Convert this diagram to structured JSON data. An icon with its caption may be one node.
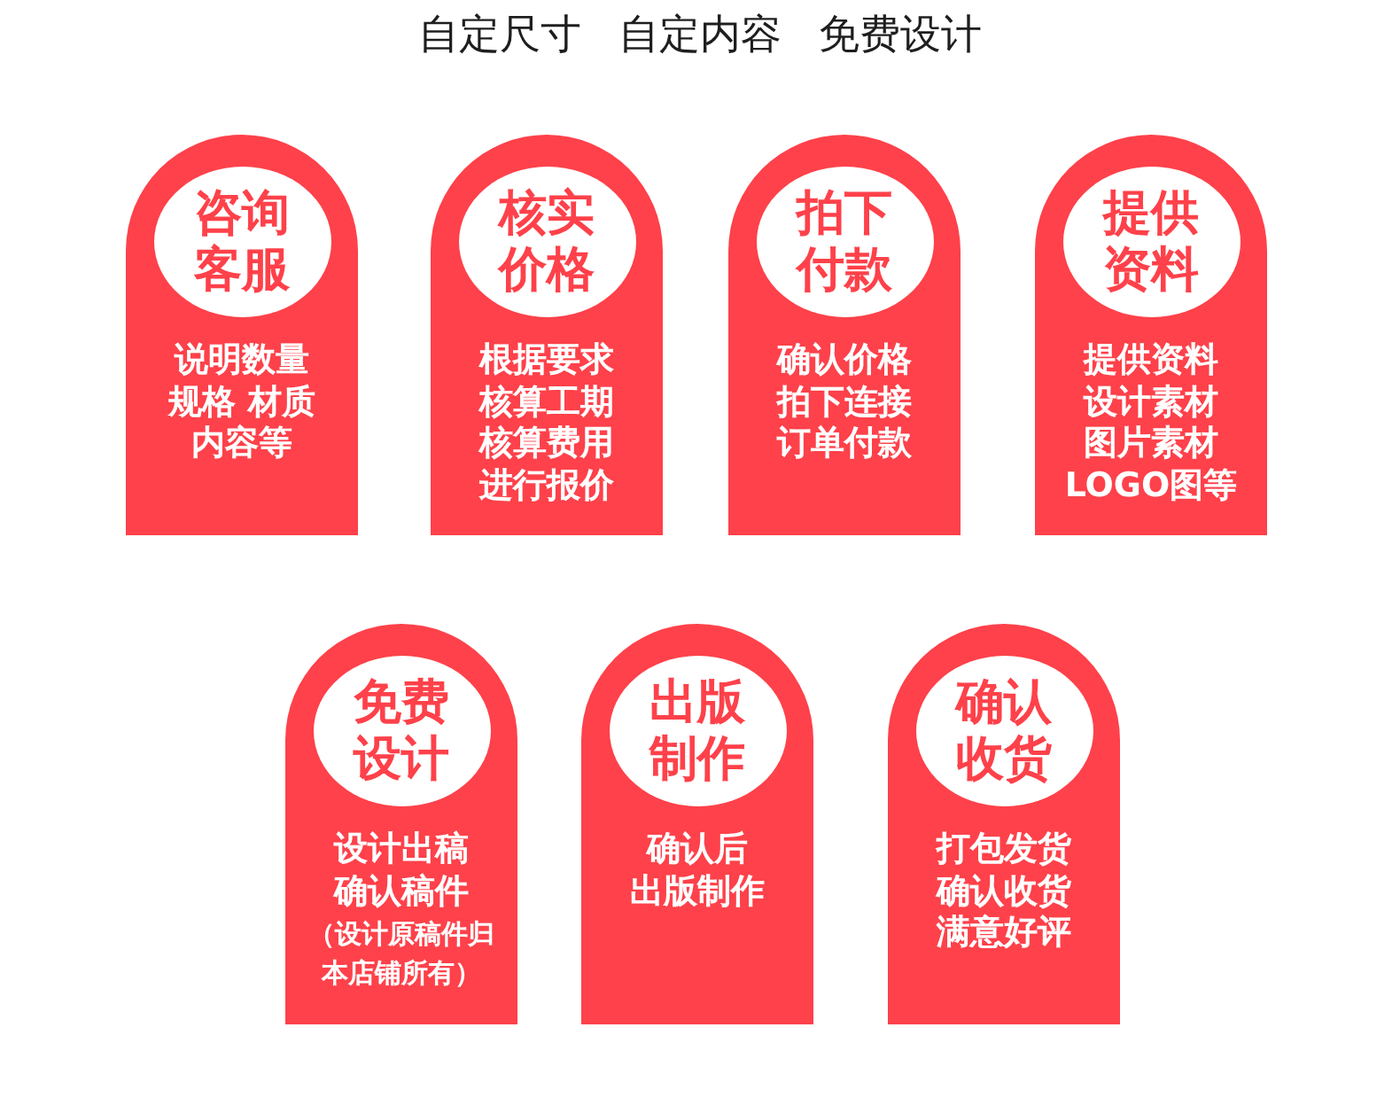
{
  "diagram": {
    "title": "自定尺寸 自定内容 免费设计",
    "nodes": [
      {
        "text": [
          "说明数量",
          "规格 材质",
          "内容等"
        ]
      },
      {
        "text": [
          "咨询客服"
        ],
        "in": 0
      },
      {
        "text": [
          "根据要求",
          "核算工期",
          "核算费用",
          "进行报价"
        ]
      },
      {
        "text": [
          "核实价格"
        ],
        "in": 2
      },
      {
        "text": [
          "确认价格",
          "拍下连接",
          "订单付款"
        ]
      },
      {
        "text": [
          "拍下付款"
        ],
        "in": 4
      },
      {
        "text": [
          "提供资料",
          "设计素材",
          "图片素材",
          "LOGO图等"
        ]
      },
      {
        "text": [
          "提供资料"
        ],
        "in": 6
      },
      {
        "text": [
          "设计出稿",
          "确认稿件",
          "（设计原稿件归本店铺所有）"
        ]
      },
      {
        "text": [
          "免费设计"
        ],
        "in": 8
      },
      {
        "text": [
          "确认后",
          "出版制作"
        ]
      },
      {
        "text": [
          "出版制作"
        ],
        "in": 10
      },
      {
        "text": [
          "打包发货",
          "确认收货",
          "满意好评"
        ]
      },
      {
        "text": [
          "确认收货"
        ],
        "in": 12
      }
    ]
  }
}
